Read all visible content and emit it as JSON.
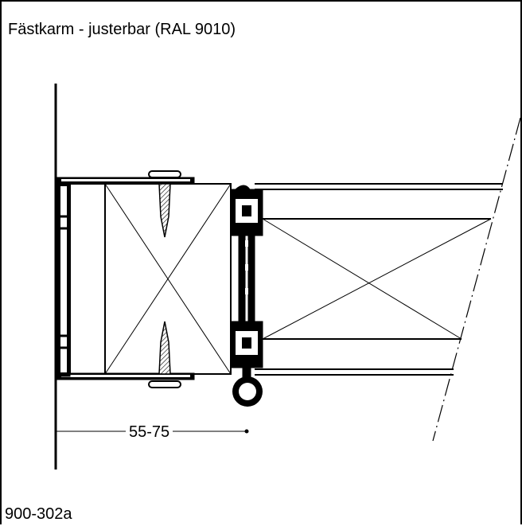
{
  "drawing": {
    "title": "Fästkarm - justerbar (RAL 9010)",
    "dimension_label": "55-75",
    "drawing_number": "900-302a"
  }
}
